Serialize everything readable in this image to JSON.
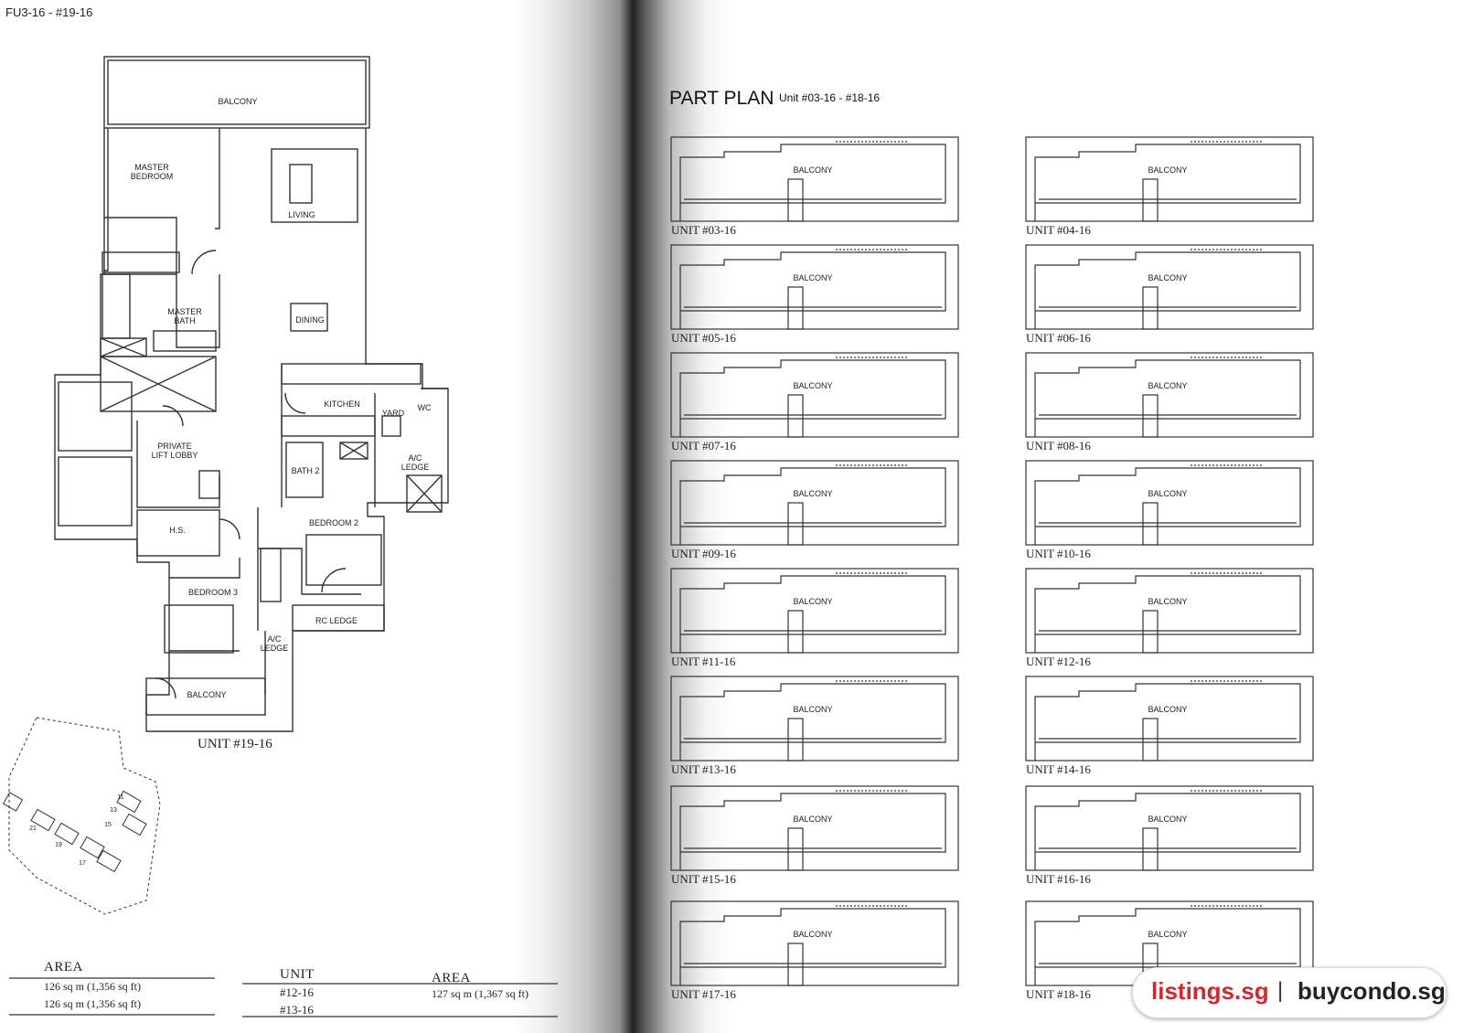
{
  "page": {
    "header_partial": "FU3-16 - #19-16",
    "part_plan_title": "PART PLAN",
    "part_plan_subtitle": "Unit #03-16 - #18-16"
  },
  "floorplan": {
    "caption": "UNIT #19-16",
    "rooms": [
      {
        "label": "BALCONY"
      },
      {
        "label": "MASTER\nBEDROOM"
      },
      {
        "label": "LIVING"
      },
      {
        "label": "MASTER\nBATH"
      },
      {
        "label": "DINING"
      },
      {
        "label": "KITCHEN"
      },
      {
        "label": "YARD"
      },
      {
        "label": "WC"
      },
      {
        "label": "PRIVATE\nLIFT LOBBY"
      },
      {
        "label": "A/C\nLEDGE"
      },
      {
        "label": "BATH 2"
      },
      {
        "label": "H.S."
      },
      {
        "label": "BEDROOM 2"
      },
      {
        "label": "BEDROOM 3"
      },
      {
        "label": "RC LEDGE"
      },
      {
        "label": "A/C\nLEDGE"
      },
      {
        "label": "BALCONY"
      }
    ]
  },
  "keyplan": {
    "numbers": [
      "11",
      "13",
      "15",
      "21",
      "19",
      "17"
    ]
  },
  "part_plans": [
    {
      "unit": "UNIT #03-16",
      "label": "BALCONY"
    },
    {
      "unit": "UNIT #04-16",
      "label": "BALCONY"
    },
    {
      "unit": "UNIT #05-16",
      "label": "BALCONY"
    },
    {
      "unit": "UNIT #06-16",
      "label": "BALCONY"
    },
    {
      "unit": "UNIT #07-16",
      "label": "BALCONY"
    },
    {
      "unit": "UNIT #08-16",
      "label": "BALCONY"
    },
    {
      "unit": "UNIT #09-16",
      "label": "BALCONY"
    },
    {
      "unit": "UNIT #10-16",
      "label": "BALCONY"
    },
    {
      "unit": "UNIT #11-16",
      "label": "BALCONY"
    },
    {
      "unit": "UNIT #12-16",
      "label": "BALCONY"
    },
    {
      "unit": "UNIT #13-16",
      "label": "BALCONY"
    },
    {
      "unit": "UNIT #14-16",
      "label": "BALCONY"
    },
    {
      "unit": "UNIT #15-16",
      "label": "BALCONY"
    },
    {
      "unit": "UNIT #16-16",
      "label": "BALCONY"
    },
    {
      "unit": "UNIT #17-16",
      "label": "BALCONY"
    },
    {
      "unit": "UNIT #18-16",
      "label": "BALCONY"
    }
  ],
  "area_table_left": {
    "header": "AREA",
    "rows": [
      "126 sq m (1,356 sq ft)",
      "126 sq m (1,356 sq ft)"
    ]
  },
  "area_table_right": {
    "headers": [
      "UNIT",
      "AREA"
    ],
    "rows": [
      {
        "unit": "#12-16",
        "area": "127 sq m (1,367 sq ft)"
      },
      {
        "unit": "#13-16",
        "area": ""
      }
    ]
  },
  "watermark": {
    "brand1": "listings.sg",
    "separator": "|",
    "brand2": "buycondo.sg"
  }
}
